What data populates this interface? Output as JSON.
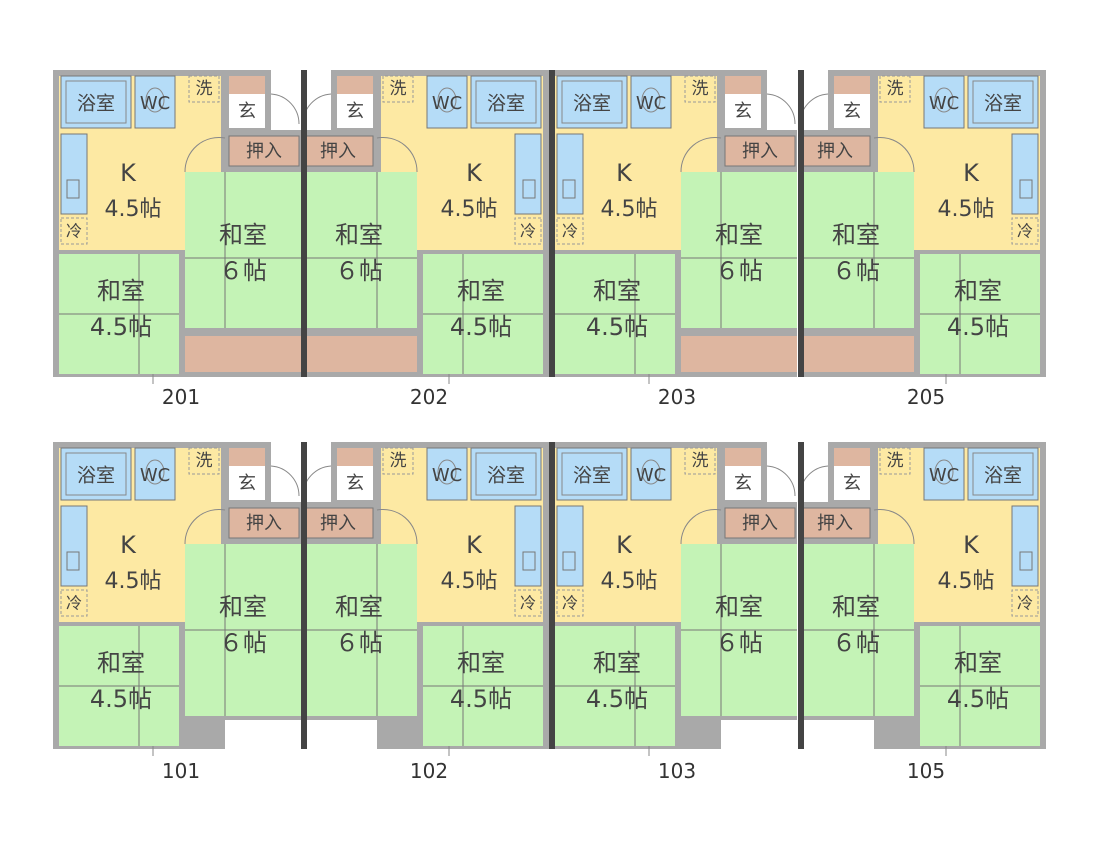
{
  "labels": {
    "bath": "浴室",
    "wc": "WC",
    "wash": "洗",
    "entrance": "玄",
    "closet": "押入",
    "kitchen_name": "K",
    "kitchen_size": "4.5帖",
    "fridge": "冷",
    "washitsu": "和室",
    "size_6": "６帖",
    "size_45": "4.5帖"
  },
  "rows": [
    {
      "units": [
        {
          "number": "201",
          "flip": false,
          "storage_strip": true
        },
        {
          "number": "202",
          "flip": true,
          "storage_strip": true
        },
        {
          "number": "203",
          "flip": false,
          "storage_strip": true
        },
        {
          "number": "205",
          "flip": true,
          "storage_strip": true
        }
      ]
    },
    {
      "units": [
        {
          "number": "101",
          "flip": false,
          "storage_strip": false
        },
        {
          "number": "102",
          "flip": true,
          "storage_strip": false
        },
        {
          "number": "103",
          "flip": false,
          "storage_strip": false
        },
        {
          "number": "105",
          "flip": true,
          "storage_strip": false
        }
      ]
    }
  ],
  "colors": {
    "wall": "#a9a9a9",
    "party_wall": "#444444",
    "kitchen": "#fde9a3",
    "washitsu": "#c4f3b6",
    "bath": "#b5dcf7",
    "closet": "#deb6a0",
    "entrance": "#ffffff",
    "tatami_line": "#777777"
  }
}
